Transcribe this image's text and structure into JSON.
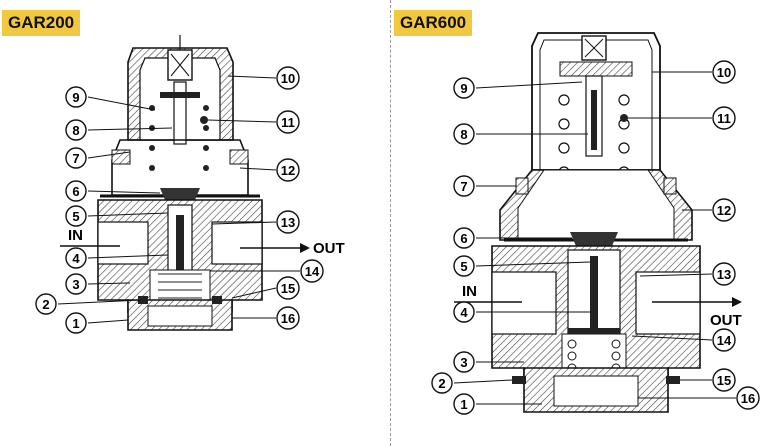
{
  "panels": [
    {
      "title": "GAR200",
      "in_label": "IN",
      "out_label": "OUT",
      "callouts": [
        "1",
        "2",
        "3",
        "4",
        "5",
        "6",
        "7",
        "8",
        "9",
        "10",
        "11",
        "12",
        "13",
        "14",
        "15",
        "16"
      ]
    },
    {
      "title": "GAR600",
      "in_label": "IN",
      "out_label": "OUT",
      "callouts": [
        "1",
        "2",
        "3",
        "4",
        "5",
        "6",
        "7",
        "8",
        "9",
        "10",
        "11",
        "12",
        "13",
        "14",
        "15",
        "16"
      ]
    }
  ],
  "colors": {
    "title_bg": "#f2c840",
    "hatch": "#444444",
    "line": "#111111"
  }
}
